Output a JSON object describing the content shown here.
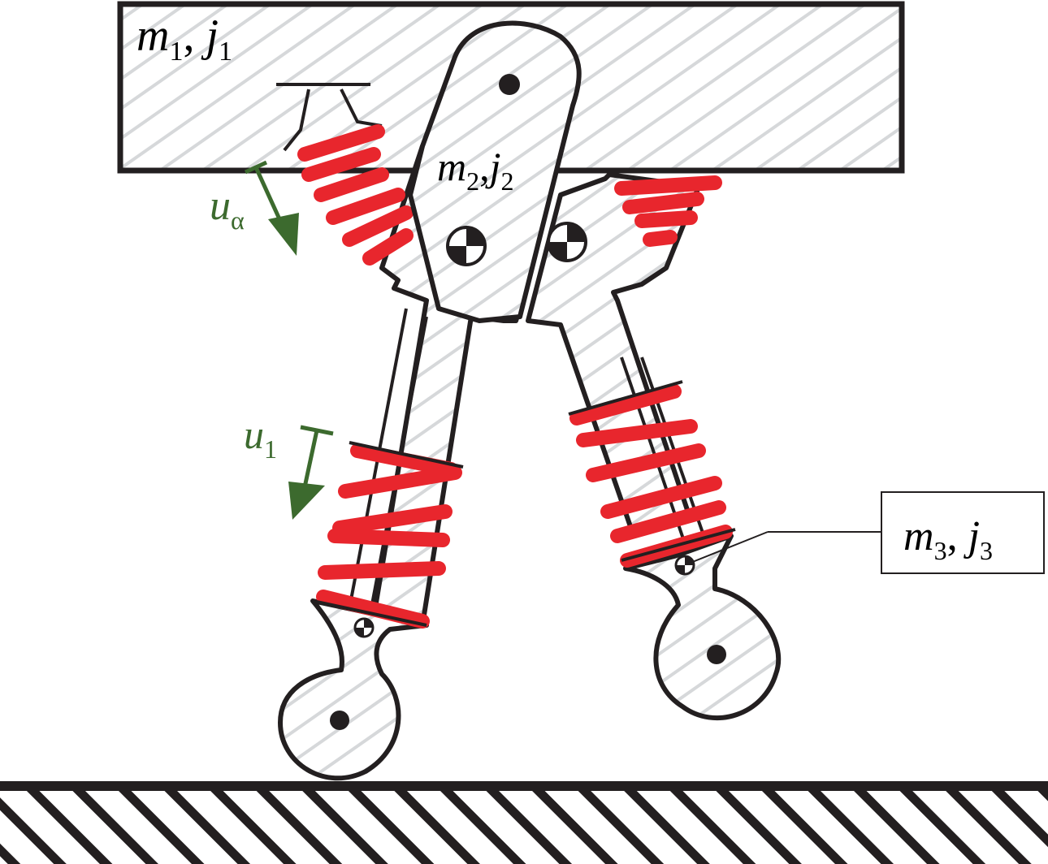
{
  "labels": {
    "body1": {
      "base": "m",
      "sub": "1",
      "sep": ", ",
      "base2": "j",
      "sub2": "1"
    },
    "body2": {
      "base": "m",
      "sub": "2",
      "sep": ",",
      "base2": "j",
      "sub2": "2"
    },
    "body3": {
      "base": "m",
      "sub": "3",
      "sep": ", ",
      "base2": "j",
      "sub2": "3"
    },
    "u_alpha": {
      "base": "u",
      "sub": "α"
    },
    "u_1": {
      "base": "u",
      "sub": "1"
    }
  },
  "colors": {
    "line": "#231f20",
    "spring": "#e8262d",
    "arrow": "#3c6a2e",
    "hatch": "#d6d8da"
  }
}
